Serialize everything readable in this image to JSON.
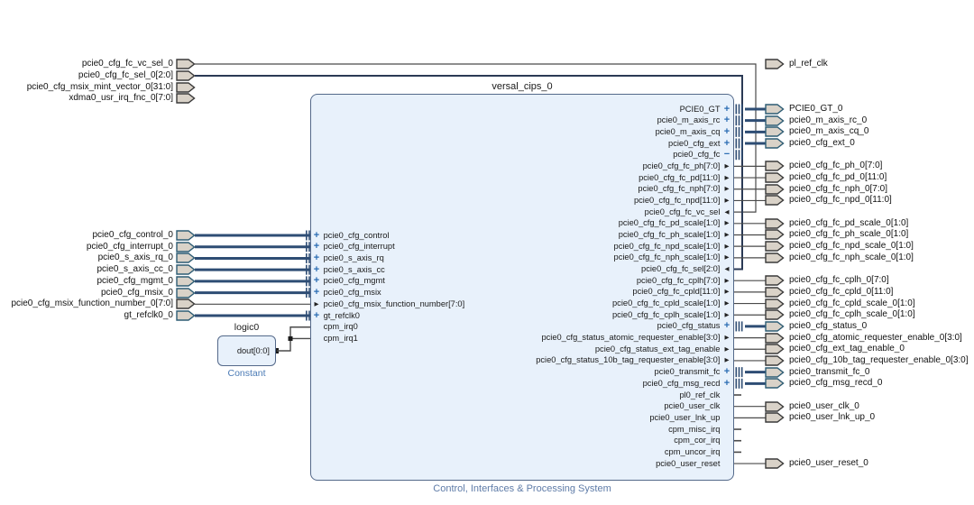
{
  "diagram": {
    "main_block": {
      "instance_name": "versal_cips_0",
      "type_label": "Control, Interfaces & Processing System",
      "left_pins": [
        {
          "label": "pcie0_cfg_control",
          "kind": "iface"
        },
        {
          "label": "pcie0_cfg_interrupt",
          "kind": "iface"
        },
        {
          "label": "pcie0_s_axis_rq",
          "kind": "iface"
        },
        {
          "label": "pcie0_s_axis_cc",
          "kind": "iface"
        },
        {
          "label": "pcie0_cfg_mgmt",
          "kind": "iface"
        },
        {
          "label": "pcie0_cfg_msix",
          "kind": "iface"
        },
        {
          "label": "pcie0_cfg_msix_function_number[7:0]",
          "kind": "in_scalar"
        },
        {
          "label": "gt_refclk0",
          "kind": "iface"
        },
        {
          "label": "cpm_irq0",
          "kind": "plain"
        },
        {
          "label": "cpm_irq1",
          "kind": "plain"
        }
      ],
      "right_pins": [
        {
          "label": "PCIE0_GT",
          "kind": "iface",
          "port": "PCIE0_GT_0"
        },
        {
          "label": "pcie0_m_axis_rc",
          "kind": "iface",
          "port": "pcie0_m_axis_rc_0"
        },
        {
          "label": "pcie0_m_axis_cq",
          "kind": "iface",
          "port": "pcie0_m_axis_cq_0"
        },
        {
          "label": "pcie0_cfg_ext",
          "kind": "iface",
          "port": "pcie0_cfg_ext_0"
        },
        {
          "label": "pcie0_cfg_fc",
          "kind": "iface_open",
          "port": ""
        },
        {
          "label": "pcie0_cfg_fc_ph[7:0]",
          "kind": "out",
          "port": "pcie0_cfg_fc_ph_0[7:0]"
        },
        {
          "label": "pcie0_cfg_fc_pd[11:0]",
          "kind": "out",
          "port": "pcie0_cfg_fc_pd_0[11:0]"
        },
        {
          "label": "pcie0_cfg_fc_nph[7:0]",
          "kind": "out",
          "port": "pcie0_cfg_fc_nph_0[7:0]"
        },
        {
          "label": "pcie0_cfg_fc_npd[11:0]",
          "kind": "out",
          "port": "pcie0_cfg_fc_npd_0[11:0]"
        },
        {
          "label": "pcie0_cfg_fc_vc_sel",
          "kind": "in",
          "port": ""
        },
        {
          "label": "pcie0_cfg_fc_pd_scale[1:0]",
          "kind": "out",
          "port": "pcie0_cfg_fc_pd_scale_0[1:0]"
        },
        {
          "label": "pcie0_cfg_fc_ph_scale[1:0]",
          "kind": "out",
          "port": "pcie0_cfg_fc_ph_scale_0[1:0]"
        },
        {
          "label": "pcie0_cfg_fc_npd_scale[1:0]",
          "kind": "out",
          "port": "pcie0_cfg_fc_npd_scale_0[1:0]"
        },
        {
          "label": "pcie0_cfg_fc_nph_scale[1:0]",
          "kind": "out",
          "port": "pcie0_cfg_fc_nph_scale_0[1:0]"
        },
        {
          "label": "pcie0_cfg_fc_sel[2:0]",
          "kind": "in",
          "port": ""
        },
        {
          "label": "pcie0_cfg_fc_cplh[7:0]",
          "kind": "out",
          "port": "pcie0_cfg_fc_cplh_0[7:0]"
        },
        {
          "label": "pcie0_cfg_fc_cpld[11:0]",
          "kind": "out",
          "port": "pcie0_cfg_fc_cpld_0[11:0]"
        },
        {
          "label": "pcie0_cfg_fc_cpld_scale[1:0]",
          "kind": "out",
          "port": "pcie0_cfg_fc_cpld_scale_0[1:0]"
        },
        {
          "label": "pcie0_cfg_fc_cplh_scale[1:0]",
          "kind": "out",
          "port": "pcie0_cfg_fc_cplh_scale_0[1:0]"
        },
        {
          "label": "pcie0_cfg_status",
          "kind": "iface",
          "port": "pcie0_cfg_status_0"
        },
        {
          "label": "pcie0_cfg_status_atomic_requester_enable[3:0]",
          "kind": "out",
          "port": "pcie0_cfg_atomic_requester_enable_0[3:0]"
        },
        {
          "label": "pcie0_cfg_status_ext_tag_enable",
          "kind": "out",
          "port": "pcie0_cfg_ext_tag_enable_0"
        },
        {
          "label": "pcie0_cfg_status_10b_tag_requester_enable[3:0]",
          "kind": "out",
          "port": "pcie0_cfg_10b_tag_requester_enable_0[3:0]"
        },
        {
          "label": "pcie0_transmit_fc",
          "kind": "iface",
          "port": "pcie0_transmit_fc_0"
        },
        {
          "label": "pcie0_cfg_msg_recd",
          "kind": "iface",
          "port": "pcie0_cfg_msg_recd_0"
        },
        {
          "label": "pl0_ref_clk",
          "kind": "dash",
          "port": ""
        },
        {
          "label": "pcie0_user_clk",
          "kind": "dash",
          "port": "pcie0_user_clk_0"
        },
        {
          "label": "pcie0_user_lnk_up",
          "kind": "dash",
          "port": "pcie0_user_lnk_up_0"
        },
        {
          "label": "cpm_misc_irq",
          "kind": "dash",
          "port": ""
        },
        {
          "label": "cpm_cor_irq",
          "kind": "dash",
          "port": ""
        },
        {
          "label": "cpm_uncor_irq",
          "kind": "dash",
          "port": ""
        },
        {
          "label": "pcie0_user_reset",
          "kind": "dash",
          "port": "pcie0_user_reset_0"
        }
      ]
    },
    "constant_block": {
      "instance_name": "logic0",
      "type_label": "Constant",
      "pin_label": "dout[0:0]"
    },
    "left_top_ports": [
      {
        "label": "pcie0_cfg_fc_vc_sel_0",
        "wire": "routeA",
        "kind": "scalar"
      },
      {
        "label": "pcie0_cfg_fc_sel_0[2:0]",
        "wire": "routeB",
        "kind": "scalar"
      },
      {
        "label": "pcie0_cfg_msix_mint_vector_0[31:0]",
        "wire": "none",
        "kind": "scalar"
      },
      {
        "label": "xdma0_usr_irq_fnc_0[7:0]",
        "wire": "none",
        "kind": "scalar"
      }
    ],
    "left_mid_ports": [
      {
        "label": "pcie0_cfg_control_0",
        "kind": "iface"
      },
      {
        "label": "pcie0_cfg_interrupt_0",
        "kind": "iface"
      },
      {
        "label": "pcie0_s_axis_rq_0",
        "kind": "iface"
      },
      {
        "label": "pcie0_s_axis_cc_0",
        "kind": "iface"
      },
      {
        "label": "pcie0_cfg_mgmt_0",
        "kind": "iface"
      },
      {
        "label": "pcie0_cfg_msix_0",
        "kind": "iface"
      },
      {
        "label": "pcie0_cfg_msix_function_number_0[7:0]",
        "kind": "scalar"
      },
      {
        "label": "gt_refclk0_0",
        "kind": "iface"
      }
    ],
    "standalone_right_port": {
      "label": "pl_ref_clk",
      "kind": "scalar"
    },
    "colors": {
      "block_fill": "#e8f1fb",
      "block_border": "#54698a",
      "marker_blue": "#2a6cb3",
      "wire_interface": "#2e4d74",
      "wire_scalar": "#4a4a4a",
      "port_fill": "#d9d2c8",
      "port_iface_border": "#2d5c74",
      "port_scalar_border": "#3a3a3a",
      "icon_blue": "#2d5383",
      "caption_blue": "#5f7ca8",
      "constant_caption_blue": "#4a7ab5"
    }
  }
}
